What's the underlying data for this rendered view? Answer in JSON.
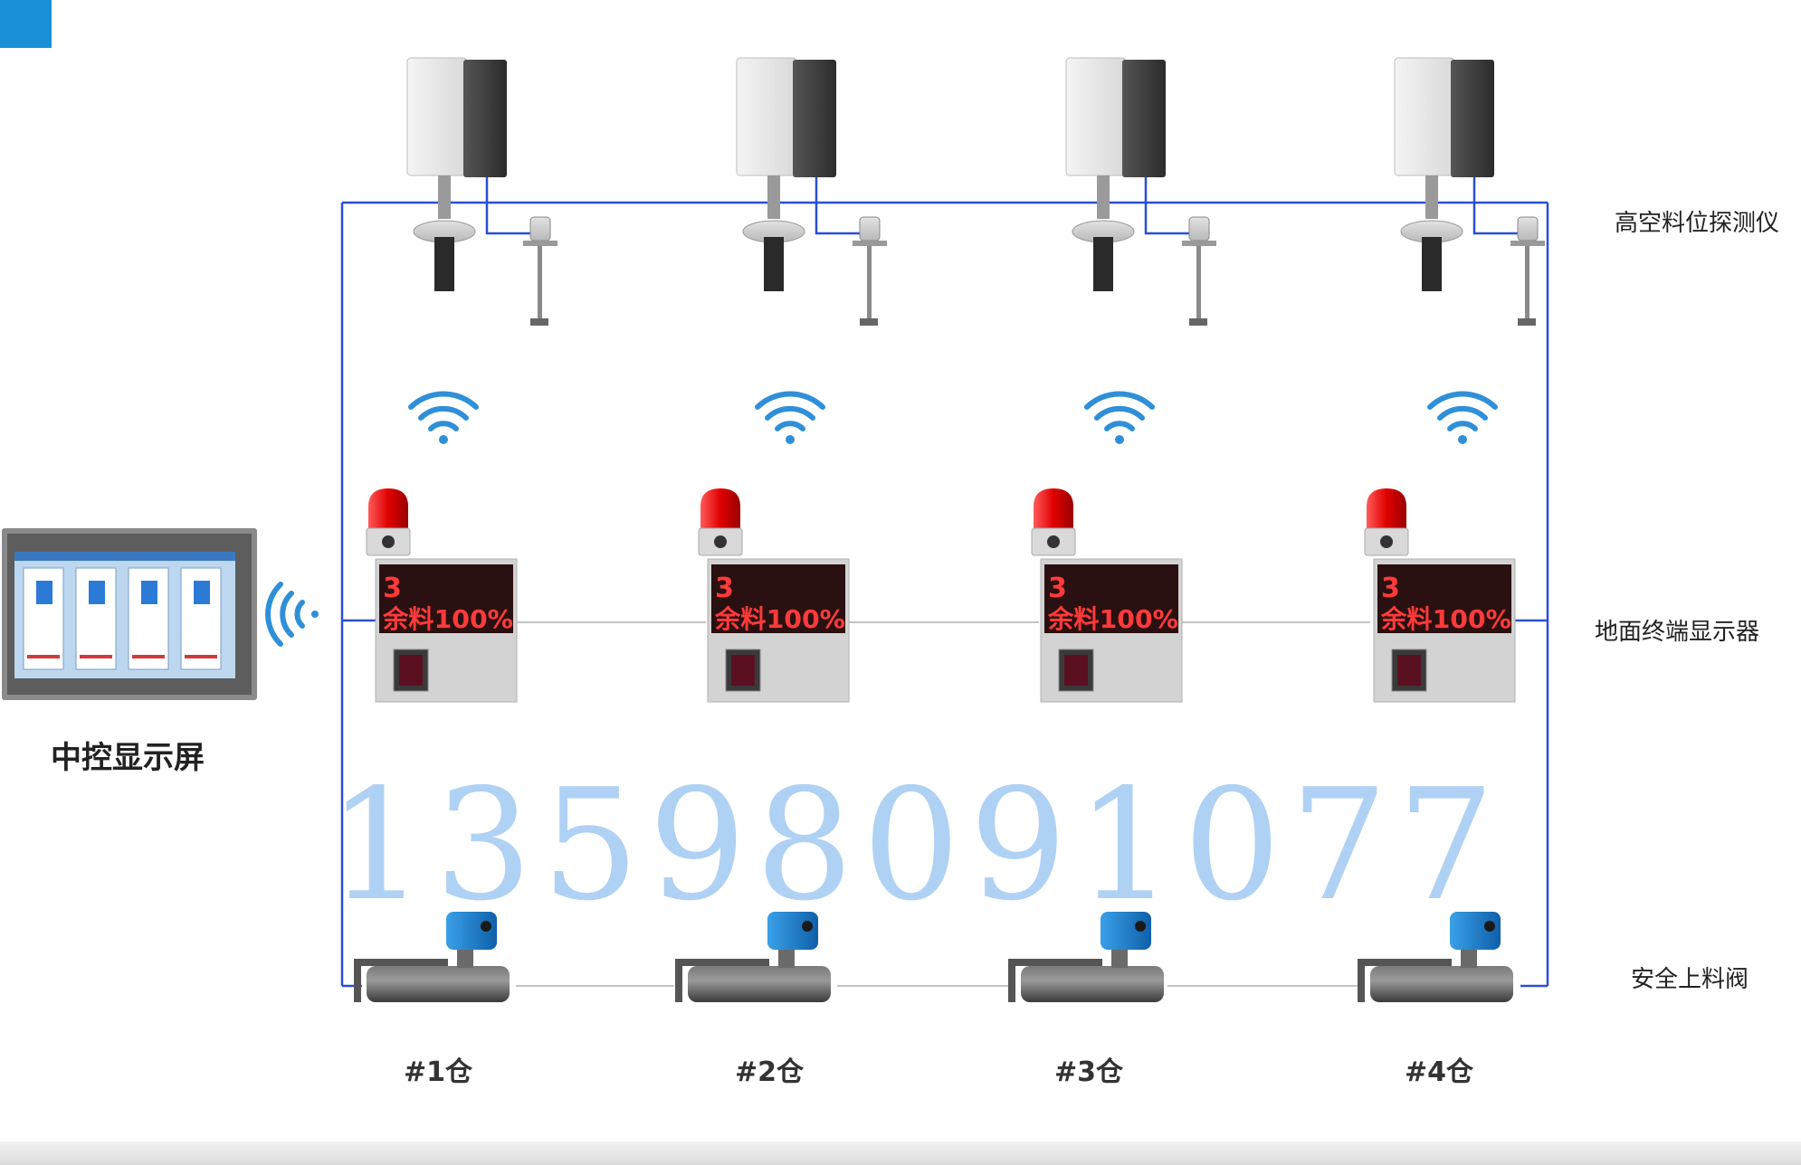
{
  "rows": {
    "detector_label": "高空料位探测仪",
    "display_label": "地面终端显示器",
    "valve_label": "安全上料阀"
  },
  "hmi": {
    "label": "中控显示屏"
  },
  "bins": [
    {
      "label": "#1仓",
      "led_line1": "3",
      "led_line2": "余料100%"
    },
    {
      "label": "#2仓",
      "led_line1": "3",
      "led_line2": "余料100%"
    },
    {
      "label": "#3仓",
      "led_line1": "3",
      "led_line2": "余料100%"
    },
    {
      "label": "#4仓",
      "led_line1": "3",
      "led_line2": "余料100%"
    }
  ],
  "watermark": "13598091077",
  "colors": {
    "bus_line": "#2a4fd6",
    "wifi": "#2f8fd8",
    "led_red": "#ff3030",
    "accent_corner": "#1a90d8"
  },
  "icons": [
    "wifi-icon",
    "beacon-light-icon",
    "level-detector-icon",
    "valve-actuator-icon",
    "hmi-screen-icon"
  ]
}
